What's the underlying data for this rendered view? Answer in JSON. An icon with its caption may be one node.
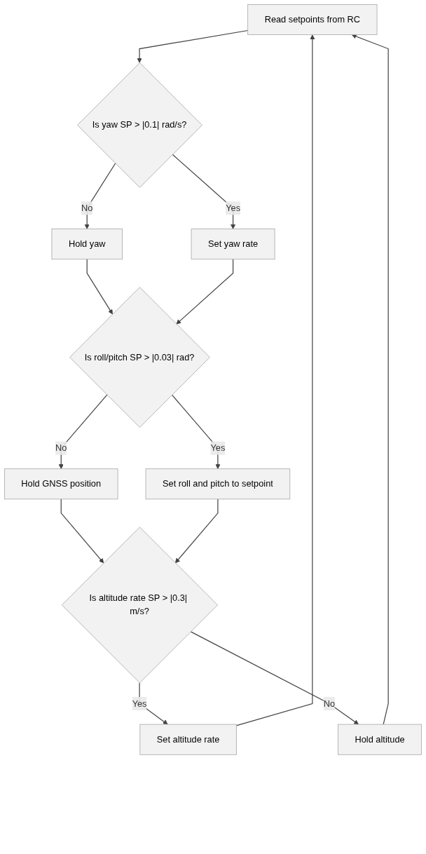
{
  "diagram": {
    "nodes": [
      {
        "text": [
          "Read setpoints from RC"
        ]
      },
      {
        "text": [
          "Is yaw SP > |0.1| rad/s?"
        ]
      },
      {
        "text": [
          "Set yaw rate"
        ]
      },
      {
        "text": [
          "Hold yaw"
        ]
      },
      {
        "text": [
          "Is roll/pitch SP > |0.03| rad?"
        ]
      },
      {
        "text": [
          "Set roll and pitch to setpoint"
        ]
      },
      {
        "text": [
          "Hold GNSS position"
        ]
      },
      {
        "text": [
          "Is altitude rate SP > |0.3| m/s?"
        ]
      },
      {
        "text": [
          "Set altitude rate"
        ]
      },
      {
        "text": [
          "Hold altitude"
        ]
      }
    ],
    "edges": [
      {
        "from": 0,
        "to": 1,
        "arrow": "to"
      },
      {
        "from": 1,
        "to": 2,
        "arrow": "to",
        "label": "Yes"
      },
      {
        "from": 1,
        "to": 3,
        "arrow": "to",
        "label": "No"
      },
      {
        "from": 3,
        "to": 4,
        "arrow": "to"
      },
      {
        "from": 2,
        "to": 4,
        "arrow": "to"
      },
      {
        "from": 4,
        "to": 5,
        "arrow": "to",
        "label": "Yes"
      },
      {
        "from": 4,
        "to": 6,
        "arrow": "to",
        "label": "No"
      },
      {
        "from": 6,
        "to": 7,
        "arrow": "to"
      },
      {
        "from": 5,
        "to": 7,
        "arrow": "to"
      },
      {
        "from": 7,
        "to": 8,
        "arrow": "to",
        "label": "Yes"
      },
      {
        "from": 7,
        "to": 9,
        "arrow": "to",
        "label": "No"
      },
      {
        "from": 9,
        "to": 0,
        "arrow": "to"
      },
      {
        "from": 8,
        "to": 0,
        "arrow": "to"
      }
    ]
  }
}
